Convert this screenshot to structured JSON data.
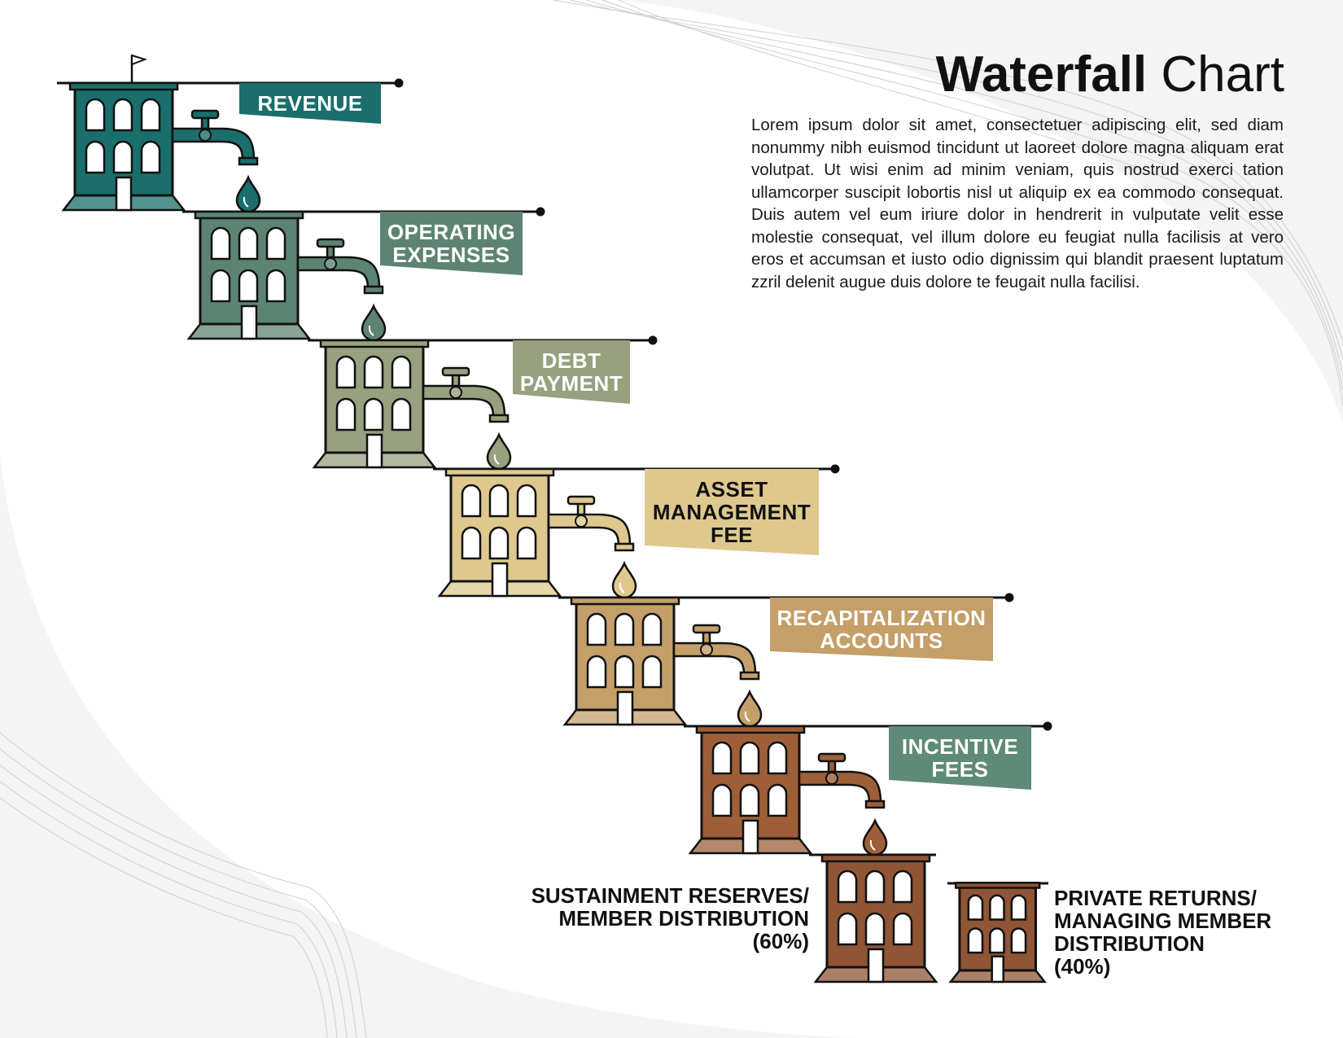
{
  "title": {
    "bold": "Waterfall",
    "light": "Chart"
  },
  "body_text": "Lorem ipsum dolor sit amet, consectetuer adipiscing elit, sed diam nonummy nibh euismod tincidunt ut laoreet dolore magna aliquam erat volutpat. Ut wisi enim ad minim veniam, quis nostrud exerci tation ullamcorper suscipit lobortis nisl ut aliquip ex ea commodo consequat. Duis autem vel eum iriure dolor in hendrerit in vulputate velit esse molestie consequat, vel illum dolore eu feugiat nulla facilisis at vero eros et accumsan et iusto odio dignissim qui blandit praesent luptatum zzril delenit augue duis dolore te feugait nulla facilisi.",
  "steps": [
    {
      "lines": [
        "REVENUE"
      ],
      "color": "#1a6e6c",
      "text_color": "#ffffff",
      "icon": "building-with-flag-icon"
    },
    {
      "lines": [
        "OPERATING",
        "EXPENSES"
      ],
      "color": "#5d8473",
      "text_color": "#ffffff",
      "icon": "building-icon"
    },
    {
      "lines": [
        "DEBT",
        "PAYMENT"
      ],
      "color": "#97a07f",
      "text_color": "#ffffff",
      "icon": "building-icon"
    },
    {
      "lines": [
        "ASSET",
        "MANAGEMENT",
        "FEE"
      ],
      "color": "#dfc88e",
      "text_color": "#111111",
      "icon": "building-icon"
    },
    {
      "lines": [
        "RECAPITALIZATION",
        "ACCOUNTS"
      ],
      "color": "#c49f69",
      "text_color": "#ffffff",
      "icon": "building-icon"
    },
    {
      "lines": [
        "INCENTIVE",
        "FEES"
      ],
      "color": "#5f8a77",
      "text_color": "#ffffff",
      "building_color": "#9e5f38",
      "icon": "building-icon"
    }
  ],
  "outcomes": {
    "left": {
      "lines": [
        "SUSTAINMENT RESERVES/",
        "MEMBER DISTRIBUTION",
        "(60%)"
      ],
      "color": "#8f5535"
    },
    "right": {
      "lines": [
        "PRIVATE RETURNS/",
        "MANAGING MEMBER",
        "DISTRIBUTION",
        "(40%)"
      ],
      "color": "#8f5535"
    }
  },
  "icons": {
    "faucet": "faucet-icon",
    "drop": "water-drop-icon",
    "flag": "flag-icon"
  }
}
